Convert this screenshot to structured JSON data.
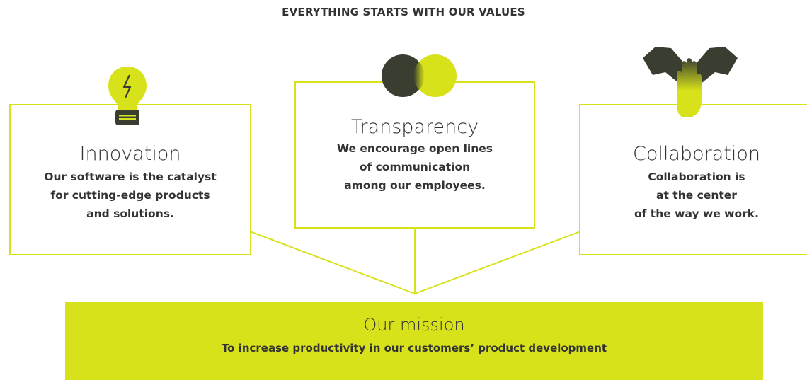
{
  "page": {
    "headline": "EVERYTHING STARTS WITH OUR VALUES"
  },
  "values": [
    {
      "title": "Innovation",
      "lines": [
        "Our software is the catalyst",
        "for cutting-edge products",
        "and solutions."
      ],
      "icon": "lightbulb-icon"
    },
    {
      "title": "Transparency",
      "lines": [
        "We encourage open lines",
        "of communication",
        "among our employees."
      ],
      "icon": "overlapping-circles-icon"
    },
    {
      "title": "Collaboration",
      "lines": [
        "Collaboration is",
        "at the center",
        "of the way we work."
      ],
      "icon": "joined-hands-icon"
    }
  ],
  "mission": {
    "title": "Our mission",
    "text": "To increase productivity in our customers’ product development"
  },
  "colors": {
    "accent": "#d8e21a",
    "dark": "#3a3e30",
    "text": "#333333"
  }
}
